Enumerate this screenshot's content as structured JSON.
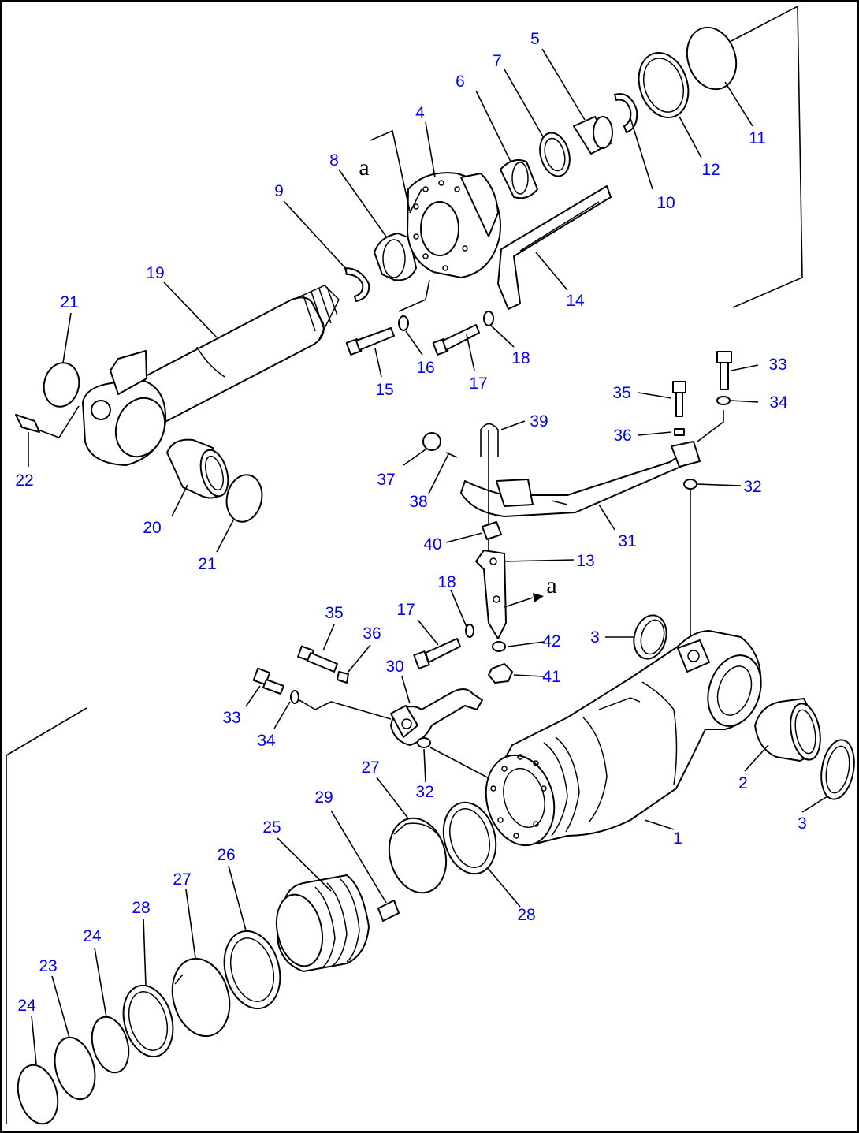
{
  "diagram": {
    "labels": [
      "1",
      "2",
      "3",
      "4",
      "5",
      "6",
      "7",
      "8",
      "9",
      "10",
      "11",
      "12",
      "13",
      "14",
      "15",
      "16",
      "17",
      "18",
      "19",
      "20",
      "21",
      "22",
      "23",
      "24",
      "25",
      "26",
      "27",
      "28",
      "29",
      "30",
      "31",
      "32",
      "33",
      "34",
      "35",
      "36",
      "37",
      "38",
      "39",
      "40",
      "41",
      "42"
    ],
    "reference_mark": "a",
    "colors": {
      "label": "#0000ee",
      "line": "#000000",
      "background": "#ffffff"
    }
  }
}
